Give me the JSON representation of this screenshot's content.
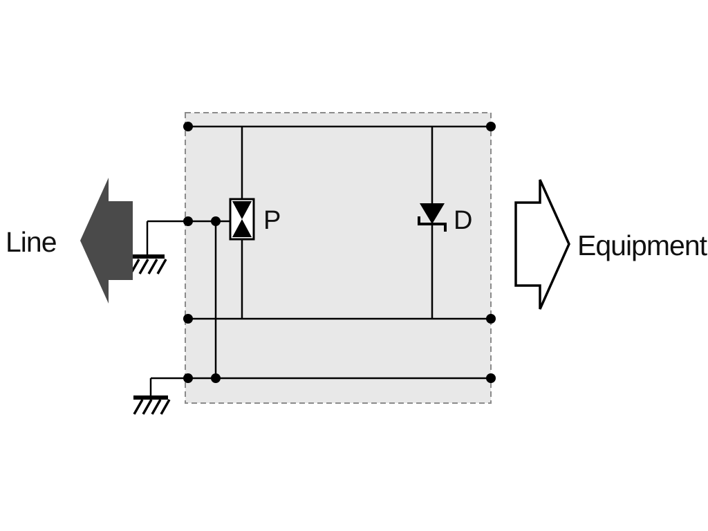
{
  "diagram": {
    "labels": {
      "line": "Line",
      "equipment": "Equipment",
      "component_p": "P",
      "component_d": "D"
    },
    "icons": {
      "line_arrow": "left-block-arrow-icon",
      "equipment_arrow": "right-block-arrow-icon",
      "ground_1": "earth-ground-icon",
      "ground_2": "earth-ground-icon",
      "component_p_symbol": "bidirectional-arrester-icon",
      "component_d_symbol": "zener-diode-icon"
    },
    "colors": {
      "background": "#ffffff",
      "module_fill": "#e8e8e8",
      "module_border": "#8a8a8a",
      "wire": "#000000",
      "line_arrow_fill": "#4a4a4a",
      "equipment_arrow_fill": "#ffffff",
      "text": "#111111"
    }
  }
}
